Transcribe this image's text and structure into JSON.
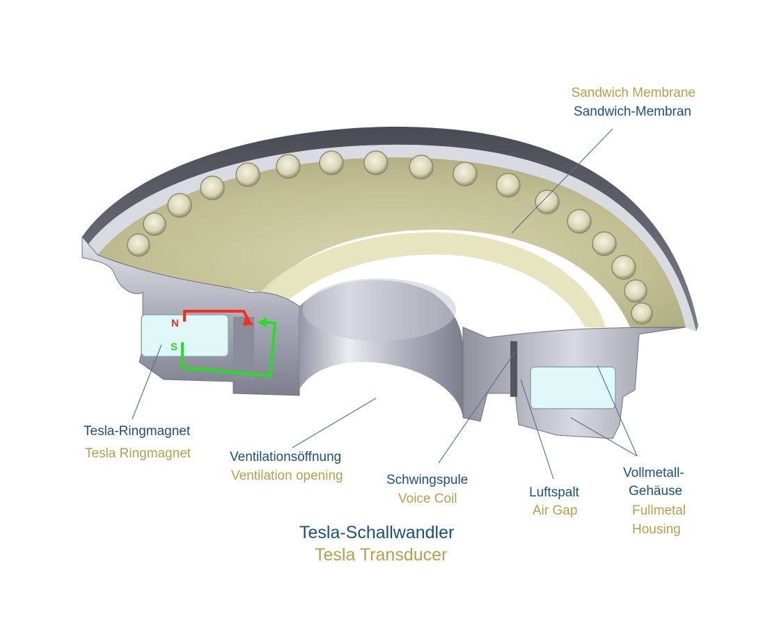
{
  "labels": {
    "membrane": {
      "de": "Sandwich-Membran",
      "en": "Sandwich Membrane"
    },
    "ring_magnet": {
      "de": "Tesla-Ringmagnet",
      "en": "Tesla Ringmagnet"
    },
    "ventilation": {
      "de": "Ventilationsöffnung",
      "en": "Ventilation opening"
    },
    "voice_coil": {
      "de": "Schwingspule",
      "en": "Voice Coil"
    },
    "air_gap": {
      "de": "Luftspalt",
      "en": "Air Gap"
    },
    "housing": {
      "de1": "Vollmetall-",
      "de2": "Gehäuse",
      "en1": "Fullmetal",
      "en2": "Housing"
    },
    "title": {
      "de": "Tesla-Schallwandler",
      "en": "Tesla Transducer"
    }
  },
  "poles": {
    "north": "N",
    "south": "S"
  },
  "colors": {
    "german_text": "#1a4f86",
    "english_text": "#b6a04a",
    "field_north": "#ff2a1a",
    "field_south": "#22e022",
    "membrane": "#c9c79a",
    "metal": "#aeb0bd",
    "magnet": "#dff7f7"
  }
}
